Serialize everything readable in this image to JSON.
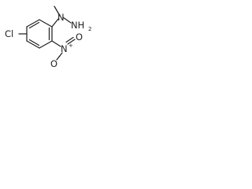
{
  "molecule": {
    "labels": {
      "chlorine": "Cl",
      "nitrogen_upper": "N",
      "hydrazine_terminal": "NH",
      "hydrazine_subscript": "2",
      "nitro_nitrogen": "N",
      "nitro_plus": "+",
      "nitro_oxygen_right": "O",
      "nitro_oxygen_left": "O",
      "nitro_minus": "-"
    }
  }
}
